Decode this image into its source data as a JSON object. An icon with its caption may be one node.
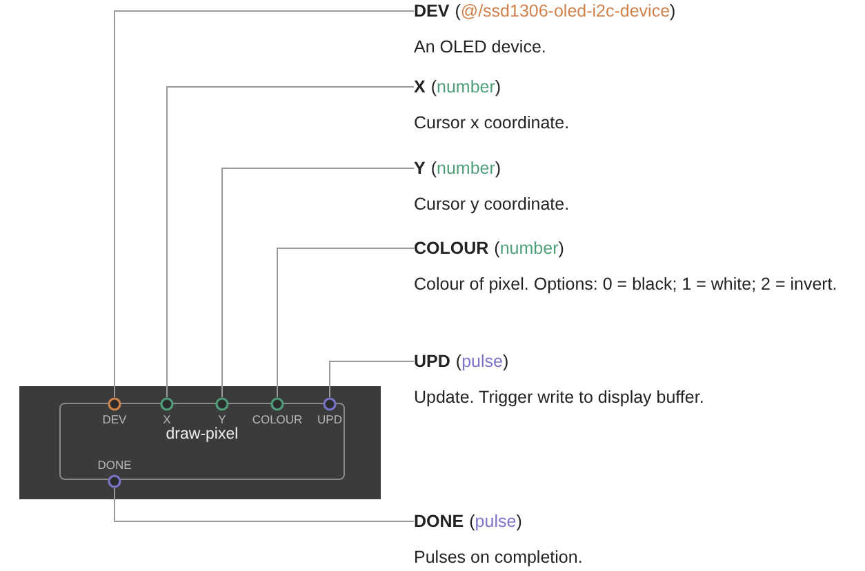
{
  "diagram": {
    "nodes": [
      {
        "text": [
          "DEV",
          "(@/ssd1306-oled-i2c-device)",
          "An OLED device."
        ]
      },
      {
        "text": [
          "X",
          "(number)",
          "Cursor x coordinate."
        ]
      },
      {
        "text": [
          "Y",
          "(number)",
          "Cursor y coordinate."
        ]
      },
      {
        "text": [
          "COLOUR",
          "(number)",
          "Colour of pixel. Options: 0 = black; 1 = white; 2 = invert."
        ]
      },
      {
        "text": [
          "UPD",
          "(pulse)",
          "Update. Trigger write to display buffer."
        ]
      },
      {
        "text": [
          "DONE",
          "(pulse)",
          "Pulses on completion."
        ]
      },
      {
        "text": [
          "draw-pixel"
        ]
      },
      {
        "text": [
          "DEV"
        ],
        "in": 6
      },
      {
        "text": [
          "X"
        ],
        "in": 6
      },
      {
        "text": [
          "Y"
        ],
        "in": 6
      },
      {
        "text": [
          "COLOUR"
        ],
        "in": 6
      },
      {
        "text": [
          "UPD"
        ],
        "in": 6
      },
      {
        "text": [
          "DONE"
        ],
        "in": 6
      }
    ],
    "edges": [
      {
        "from": 0,
        "to": 7,
        "arrow": "none"
      },
      {
        "from": 1,
        "to": 8,
        "arrow": "none"
      },
      {
        "from": 2,
        "to": 9,
        "arrow": "none"
      },
      {
        "from": 3,
        "to": 10,
        "arrow": "none"
      },
      {
        "from": 4,
        "to": 11,
        "arrow": "none"
      },
      {
        "from": 5,
        "to": 12,
        "arrow": "none"
      }
    ]
  }
}
